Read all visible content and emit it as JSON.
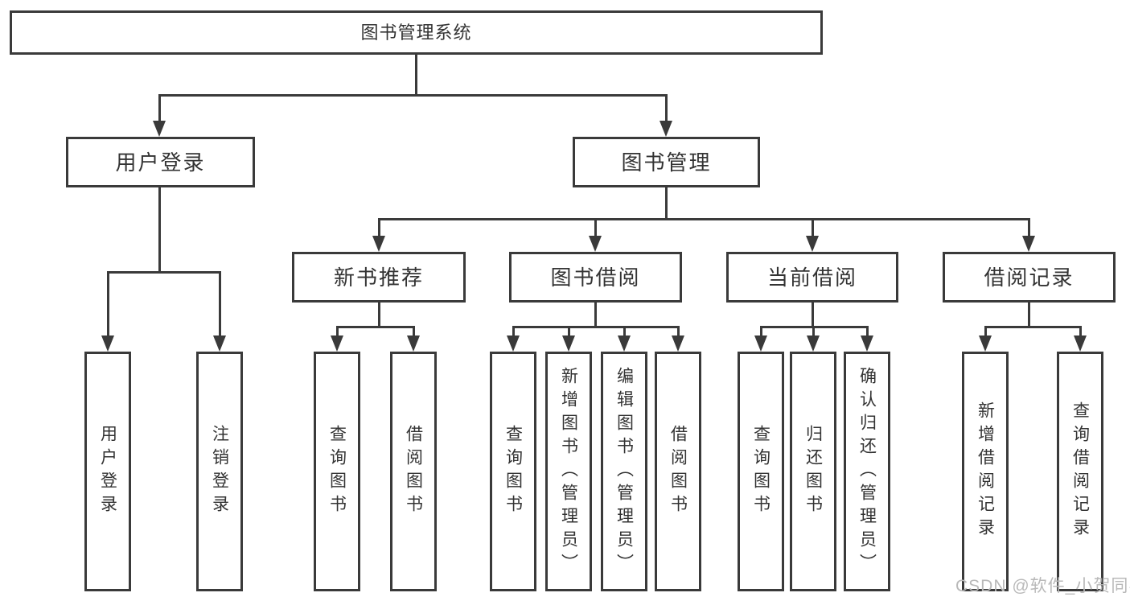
{
  "root": {
    "label": "图书管理系统"
  },
  "branches": {
    "user_login": {
      "label": "用户登录",
      "children": [
        {
          "label": "用户登录"
        },
        {
          "label": "注销登录"
        }
      ]
    },
    "book_management": {
      "label": "图书管理",
      "children": [
        {
          "label": "新书推荐",
          "children": [
            {
              "label": "查询图书"
            },
            {
              "label": "借阅图书"
            }
          ]
        },
        {
          "label": "图书借阅",
          "children": [
            {
              "label": "查询图书"
            },
            {
              "label": "新增图书（管理员）"
            },
            {
              "label": "编辑图书（管理员）"
            },
            {
              "label": "借阅图书"
            }
          ]
        },
        {
          "label": "当前借阅",
          "children": [
            {
              "label": "查询图书"
            },
            {
              "label": "归还图书"
            },
            {
              "label": "确认归还（管理员）"
            }
          ]
        },
        {
          "label": "借阅记录",
          "children": [
            {
              "label": "新增借阅记录"
            },
            {
              "label": "查询借阅记录"
            }
          ]
        }
      ]
    }
  },
  "watermark": {
    "text": "CSDN @软件_小贺同学"
  },
  "colors": {
    "line": "#3a3a3a",
    "text": "#333333",
    "watermark": "#b9b9b9",
    "background": "#ffffff"
  }
}
